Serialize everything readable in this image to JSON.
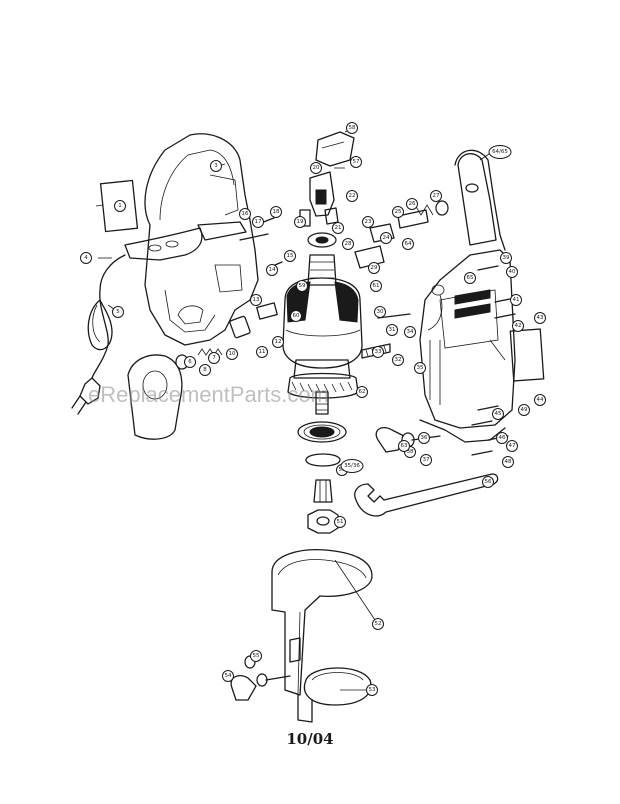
{
  "watermark": "eReplacementParts.com",
  "footer": {
    "date": "10/04"
  },
  "callouts": [
    "1",
    "3",
    "4",
    "5",
    "6",
    "7",
    "8",
    "10",
    "11",
    "12",
    "13",
    "14",
    "15",
    "16",
    "17",
    "18",
    "19",
    "20",
    "21",
    "22",
    "23",
    "24",
    "25",
    "26",
    "27",
    "28",
    "29",
    "30",
    "31",
    "32",
    "33",
    "34",
    "35",
    "36",
    "37",
    "38",
    "39",
    "40",
    "41",
    "42",
    "43",
    "44",
    "45",
    "46",
    "47",
    "48",
    "49",
    "50",
    "51",
    "52",
    "53",
    "54",
    "55",
    "56",
    "57",
    "58",
    "59",
    "60",
    "61",
    "62",
    "63",
    "64",
    "65",
    "64/65",
    "35/36"
  ]
}
